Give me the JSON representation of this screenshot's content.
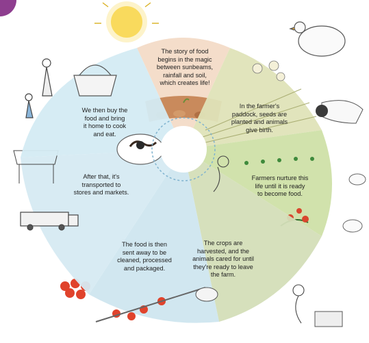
{
  "diagram": {
    "stages": [
      {
        "id": "sunlight",
        "caption": "The story of food\nbegins in the magic\nbetween sunbeams,\nrainfall and soil,\nwhich creates life!",
        "color": "#f3d9c4"
      },
      {
        "id": "plant",
        "caption": "In the farmer's\npaddock, seeds are\nplanted and animals\ngive birth.",
        "color": "#dfe3b8"
      },
      {
        "id": "nurture",
        "caption": "Farmers nurture this\nlife until it is ready\nto become food.",
        "color": "#cfe0a8"
      },
      {
        "id": "harvest",
        "caption": "The crops are\nharvested, and the\nanimals cared for until\nthey're ready to leave\nthe farm.",
        "color": "#d4deb8"
      },
      {
        "id": "process",
        "caption": "The food is then\nsent away to be\ncleaned, processed\nand packaged.",
        "color": "#cfe6ef"
      },
      {
        "id": "transport",
        "caption": "After that, it's\ntransported to\nstores and markets.",
        "color": "#d6eaf2"
      },
      {
        "id": "buy",
        "caption": "We then buy the\nfood and bring\nit home to cook\nand eat.",
        "color": "#d4ebf3"
      }
    ],
    "accent": "#8e3e8f",
    "sun_color": "#f7d23a"
  }
}
